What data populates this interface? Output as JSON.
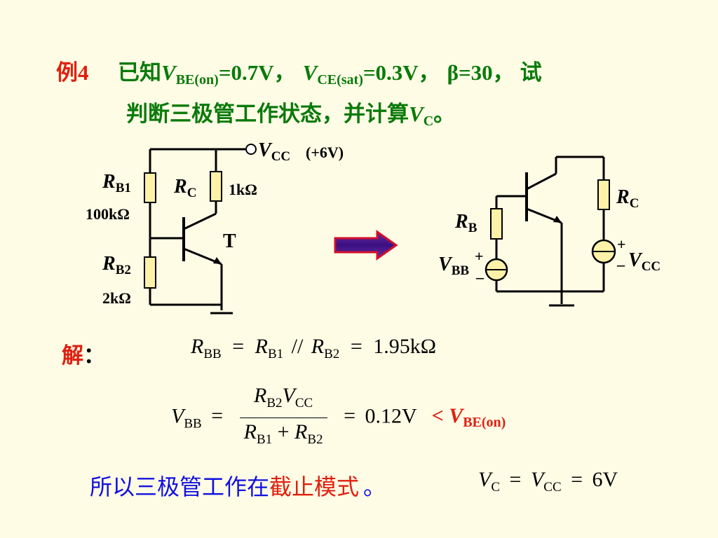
{
  "problem": {
    "label": "例4",
    "intro": "已知",
    "vbe_sub": "BE(on)",
    "vbe_val": "=0.7V，",
    "vce_sub": "CE(sat)",
    "vce_val": "=0.3V，",
    "beta": "β=30，",
    "tail1": "试",
    "line2": "判断三极管工作状态，并计算",
    "vc_sub": "C",
    "line2_end": "。"
  },
  "circuit_left": {
    "vcc_label": "V",
    "vcc_sub": "CC",
    "vcc_value": "(+6V)",
    "rb1_label": "R",
    "rb1_sub": "B1",
    "rb1_value": "100kΩ",
    "rc_label": "R",
    "rc_sub": "C",
    "rc_value": "1kΩ",
    "rb2_label": "R",
    "rb2_sub": "B2",
    "rb2_value": "2kΩ",
    "transistor_label": "T"
  },
  "circuit_right": {
    "rb_label": "R",
    "rb_sub": "B",
    "rc_label": "R",
    "rc_sub": "C",
    "vbb_label": "V",
    "vbb_sub": "BB",
    "vcc_label": "V",
    "vcc_sub": "CC",
    "plus": "+",
    "minus": "–"
  },
  "solution": {
    "label": "解",
    "colon": "：",
    "eq1": {
      "lhs": "R",
      "lhs_sub": "BB",
      "r1": "R",
      "r1_sub": "B1",
      "parallel": "//",
      "r2": "R",
      "r2_sub": "B2",
      "result": "1.95kΩ"
    },
    "eq2": {
      "lhs": "V",
      "lhs_sub": "BB",
      "num_r": "R",
      "num_r_sub": "B2",
      "num_v": "V",
      "num_v_sub": "CC",
      "den_r1": "R",
      "den_r1_sub": "B1",
      "den_r2": "R",
      "den_r2_sub": "B2",
      "result": "0.12V",
      "compare": "< V",
      "compare_sub": "BE(on)"
    },
    "conclusion_prefix": "所以三极管工作在",
    "conclusion_mode": "截止模式",
    "conclusion_end": "。",
    "eq3": {
      "lhs": "V",
      "lhs_sub": "C",
      "rhs": "V",
      "rhs_sub": "CC",
      "result": "6V"
    }
  }
}
